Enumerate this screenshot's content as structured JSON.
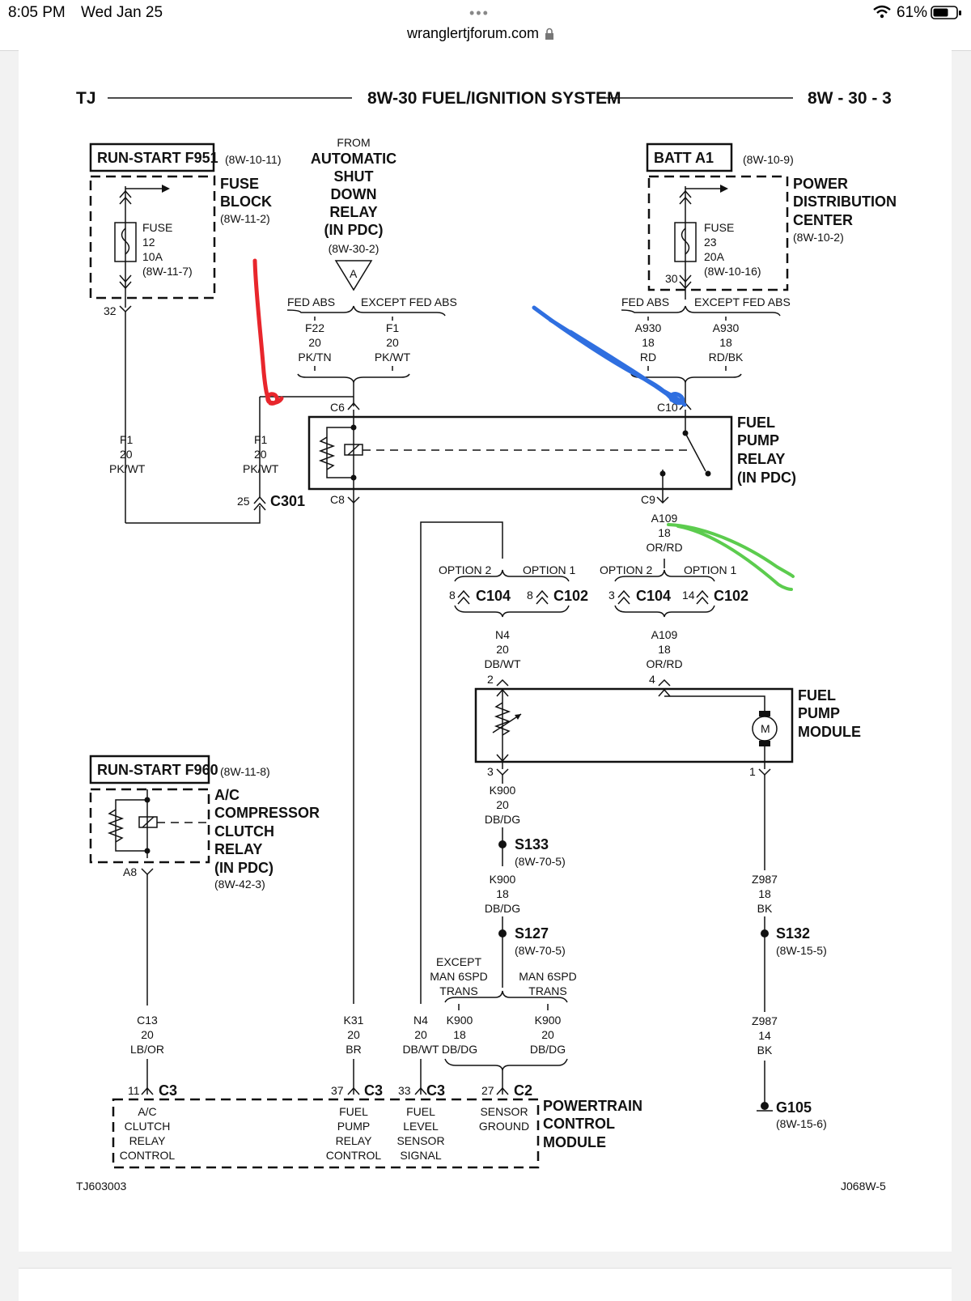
{
  "status_bar": {
    "time": "8:05 PM",
    "date": "Wed Jan 25",
    "url": "wranglertjforum.com",
    "battery": "61%"
  },
  "header": {
    "left": "TJ",
    "title": "8W-30 FUEL/IGNITION SYSTEM",
    "right": "8W - 30 - 3"
  },
  "fuse_block": {
    "source": "RUN-START F951",
    "source_ref": "(8W-10-11)",
    "name_1": "FUSE",
    "name_2": "BLOCK",
    "ref": "(8W-11-2)",
    "fuse_1": "FUSE",
    "fuse_2": "12",
    "fuse_3": "10A",
    "fuse_4": "(8W-11-7)",
    "pin": "32"
  },
  "asd_relay": {
    "line_1": "FROM",
    "line_2": "AUTOMATIC",
    "line_3": "SHUT",
    "line_4": "DOWN",
    "line_5": "RELAY",
    "line_6": "(IN PDC)",
    "ref": "(8W-30-2)",
    "connector": "A",
    "opt_left": "FED ABS",
    "opt_right": "EXCEPT FED ABS",
    "wire_l_1": "F22",
    "wire_l_2": "20",
    "wire_l_3": "PK/TN",
    "wire_r_1": "F1",
    "wire_r_2": "20",
    "wire_r_3": "PK/WT"
  },
  "pdc": {
    "source": "BATT A1",
    "source_ref": "(8W-10-9)",
    "name_1": "POWER",
    "name_2": "DISTRIBUTION",
    "name_3": "CENTER",
    "ref": "(8W-10-2)",
    "fuse_1": "FUSE",
    "fuse_2": "23",
    "fuse_3": "20A",
    "fuse_4": "(8W-10-16)",
    "pin": "30",
    "opt_left": "FED ABS",
    "opt_right": "EXCEPT FED ABS",
    "wire_l_1": "A930",
    "wire_l_2": "18",
    "wire_l_3": "RD",
    "wire_r_1": "A930",
    "wire_r_2": "18",
    "wire_r_3": "RD/BK"
  },
  "left_wire": {
    "w1_1": "F1",
    "w1_2": "20",
    "w1_3": "PK/WT",
    "w2_1": "F1",
    "w2_2": "20",
    "w2_3": "PK/WT",
    "pin": "25",
    "connector": "C301"
  },
  "fuel_pump_relay": {
    "name_1": "FUEL",
    "name_2": "PUMP",
    "name_3": "RELAY",
    "name_4": "(IN PDC)",
    "c6": "C6",
    "c8": "C8",
    "c9": "C9",
    "c10": "C10"
  },
  "pump_output": {
    "w_1": "A109",
    "w_2": "18",
    "w_3": "OR/RD",
    "opt2": "OPTION 2",
    "opt1": "OPTION 1",
    "pin_a": "3",
    "conn_a": "C104",
    "pin_b": "14",
    "conn_b": "C102",
    "w2_1": "A109",
    "w2_2": "18",
    "w2_3": "OR/RD",
    "pin_module": "4"
  },
  "level_sensor": {
    "opt2": "OPTION 2",
    "opt1": "OPTION 1",
    "pin_a": "8",
    "conn_a": "C104",
    "pin_b": "8",
    "conn_b": "C102",
    "w_1": "N4",
    "w_2": "20",
    "w_3": "DB/WT",
    "pin_module": "2"
  },
  "fuel_pump_module": {
    "name_1": "FUEL",
    "name_2": "PUMP",
    "name_3": "MODULE",
    "motor": "M",
    "pin_3": "3",
    "pin_1": "1"
  },
  "sensor_ground": {
    "w1_1": "K900",
    "w1_2": "20",
    "w1_3": "DB/DG",
    "s133": "S133",
    "s133_ref": "(8W-70-5)",
    "w2_1": "K900",
    "w2_2": "18",
    "w2_3": "DB/DG",
    "s127": "S127",
    "s127_ref": "(8W-70-5)",
    "opt_l_1": "EXCEPT",
    "opt_l_2": "MAN 6SPD",
    "opt_l_3": "TRANS",
    "opt_r_1": "MAN 6SPD",
    "opt_r_2": "TRANS",
    "wl_1": "K900",
    "wl_2": "18",
    "wl_3": "DB/DG",
    "wr_1": "K900",
    "wr_2": "20",
    "wr_3": "DB/DG"
  },
  "ground": {
    "w1_1": "Z987",
    "w1_2": "18",
    "w1_3": "BK",
    "s132": "S132",
    "s132_ref": "(8W-15-5)",
    "w2_1": "Z987",
    "w2_2": "14",
    "w2_3": "BK",
    "g105": "G105",
    "g105_ref": "(8W-15-6)"
  },
  "ac_relay": {
    "source": "RUN-START F960",
    "source_ref": "(8W-11-8)",
    "name_1": "A/C",
    "name_2": "COMPRESSOR",
    "name_3": "CLUTCH",
    "name_4": "RELAY",
    "name_5": "(IN PDC)",
    "ref": "(8W-42-3)",
    "pin": "A8",
    "w_1": "C13",
    "w_2": "20",
    "w_3": "LB/OR"
  },
  "pcm_wires": {
    "k31_1": "K31",
    "k31_2": "20",
    "k31_3": "BR",
    "n4_1": "N4",
    "n4_2": "20",
    "n4_3": "DB/WT"
  },
  "pcm": {
    "name_1": "POWERTRAIN",
    "name_2": "CONTROL",
    "name_3": "MODULE",
    "p11": "11",
    "c3_a": "C3",
    "p37": "37",
    "c3_b": "C3",
    "p33": "33",
    "c3_c": "C3",
    "p27": "27",
    "c2": "C2",
    "ac_1": "A/C",
    "ac_2": "CLUTCH",
    "ac_3": "RELAY",
    "ac_4": "CONTROL",
    "fp_1": "FUEL",
    "fp_2": "PUMP",
    "fp_3": "RELAY",
    "fp_4": "CONTROL",
    "fl_1": "FUEL",
    "fl_2": "LEVEL",
    "fl_3": "SENSOR",
    "fl_4": "SIGNAL",
    "sg_1": "SENSOR",
    "sg_2": "GROUND"
  },
  "footer": {
    "left": "TJ603003",
    "right": "J068W-5"
  },
  "annotation_colors": {
    "red": "#e8262c",
    "blue": "#2f6fe0",
    "green": "#5ccc4e"
  }
}
